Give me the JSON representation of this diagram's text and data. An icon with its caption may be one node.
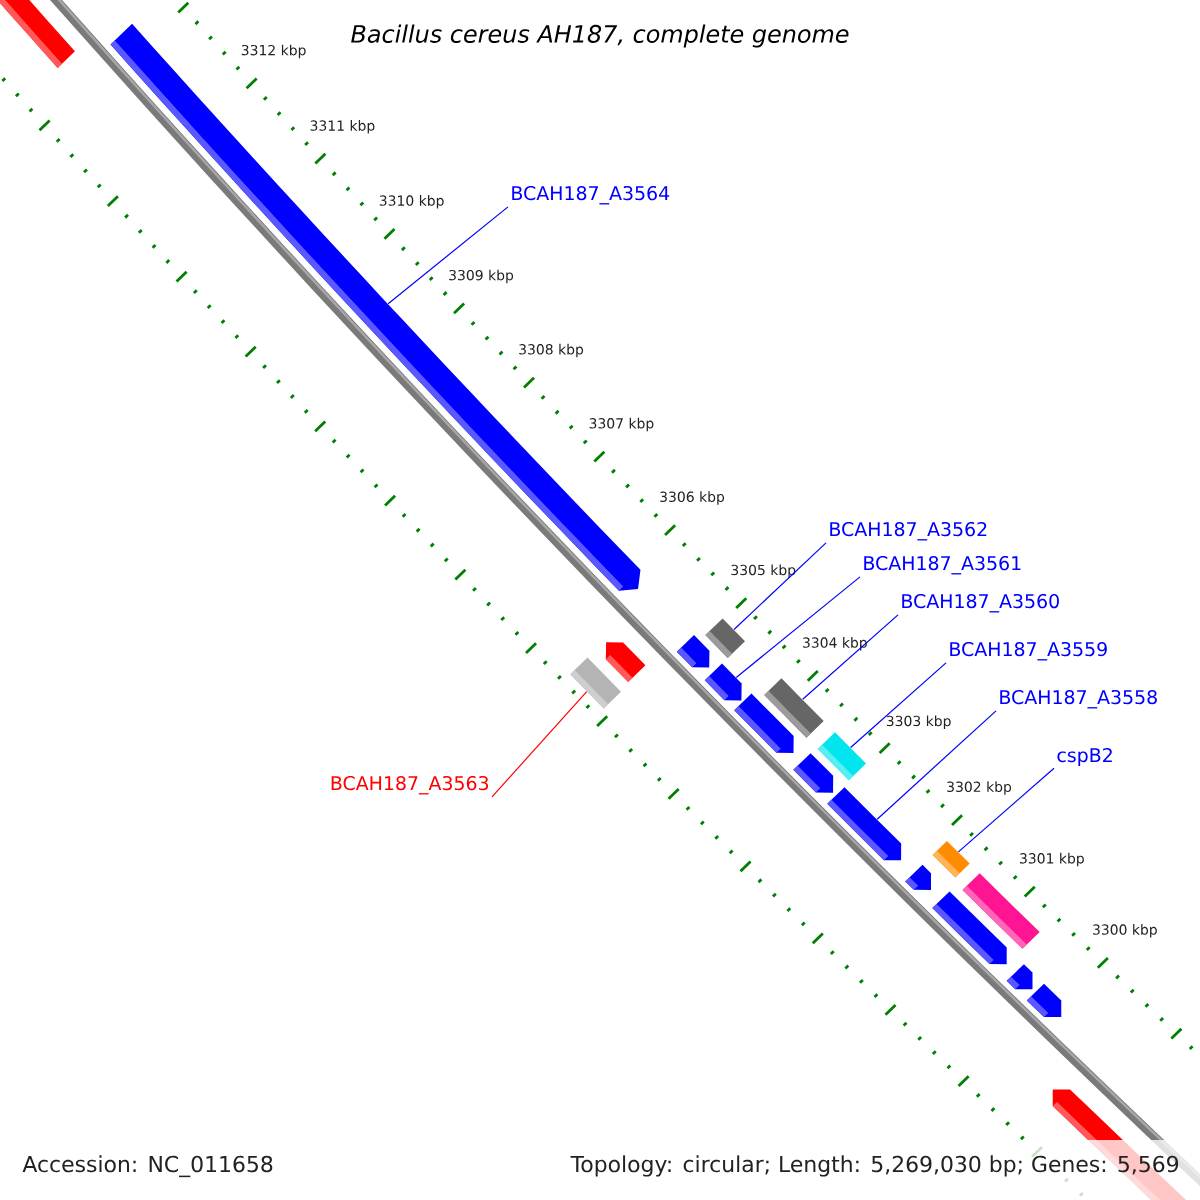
{
  "diagram": {
    "title": "Bacillus cereus AH187, complete genome",
    "nodes": [
      {
        "text": [
          "BCAH187_A3564"
        ]
      },
      {
        "text": [
          "BCAH187_A3562"
        ]
      },
      {
        "text": [
          "BCAH187_A3561"
        ]
      },
      {
        "text": [
          "BCAH187_A3560"
        ]
      },
      {
        "text": [
          "BCAH187_A3559"
        ]
      },
      {
        "text": [
          "BCAH187_A3558"
        ]
      },
      {
        "text": [
          "cspB2"
        ]
      },
      {
        "text": [
          "BCAH187_A3563"
        ]
      },
      {
        "text": [],
        "shape": "pentagon"
      },
      {
        "text": [],
        "shape": "pentagon"
      },
      {
        "text": [],
        "shape": "pentagon"
      },
      {
        "text": [],
        "shape": "box"
      },
      {
        "text": [],
        "shape": "pentagon"
      },
      {
        "text": [],
        "shape": "box"
      },
      {
        "text": [],
        "shape": "pentagon"
      },
      {
        "text": [],
        "shape": "pentagon"
      },
      {
        "text": [],
        "shape": "box"
      },
      {
        "text": [],
        "shape": "pentagon"
      },
      {
        "text": [],
        "shape": "box"
      },
      {
        "text": [],
        "shape": "pentagon"
      },
      {
        "text": [],
        "shape": "pentagon"
      },
      {
        "text": [],
        "shape": "box"
      },
      {
        "text": [],
        "shape": "pentagon"
      },
      {
        "text": [],
        "shape": "box"
      },
      {
        "text": [],
        "shape": "pentagon"
      },
      {
        "text": [],
        "shape": "pentagon"
      },
      {
        "text": [],
        "shape": "pentagon"
      }
    ],
    "edges": [
      {
        "from": 0,
        "to": 9,
        "arrow": "none"
      },
      {
        "from": 1,
        "to": 13,
        "arrow": "none"
      },
      {
        "from": 2,
        "to": 14,
        "arrow": "none"
      },
      {
        "from": 3,
        "to": 16,
        "arrow": "none"
      },
      {
        "from": 4,
        "to": 18,
        "arrow": "none"
      },
      {
        "from": 5,
        "to": 19,
        "arrow": "none"
      },
      {
        "from": 6,
        "to": 21,
        "arrow": "none"
      },
      {
        "from": 7,
        "to": 11,
        "arrow": "none",
        "color": "#ff0000"
      }
    ],
    "labels": [
      "3312 kbp",
      "3311 kbp",
      "3310 kbp",
      "3309 kbp",
      "3308 kbp",
      "3307 kbp",
      "3306 kbp",
      "3305 kbp",
      "3304 kbp",
      "3303 kbp",
      "3302 kbp",
      "3301 kbp",
      "3300 kbp",
      "Accession: NC_011658",
      "Topology: circular; Length: 5,269,030 bp; Genes: 5,569"
    ]
  }
}
